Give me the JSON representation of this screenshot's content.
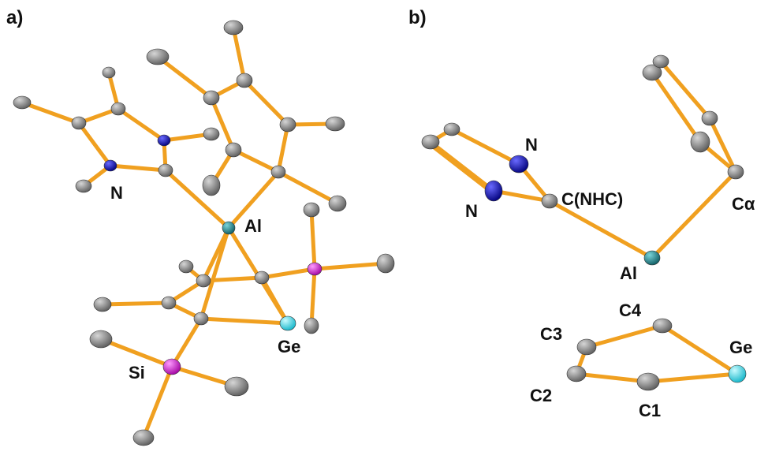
{
  "colors": {
    "bond": "#f0a020",
    "bond_edge": "#b87410",
    "carbon": "#8a8a8a",
    "nitrogen": "#1010c0",
    "aluminium": "#1f8f96",
    "germanium": "#20d8e8",
    "silicon": "#e020e0"
  },
  "panel_a": {
    "tag": "a)",
    "labels": {
      "n": "N",
      "al": "Al",
      "ge": "Ge",
      "si": "Si"
    }
  },
  "panel_b": {
    "tag": "b)",
    "labels": {
      "n_top": "N",
      "n_left": "N",
      "c_nhc": "C(NHC)",
      "c_alpha": "Cα",
      "al": "Al",
      "c1": "C1",
      "c2": "C2",
      "c3": "C3",
      "c4": "C4",
      "ge": "Ge"
    }
  }
}
